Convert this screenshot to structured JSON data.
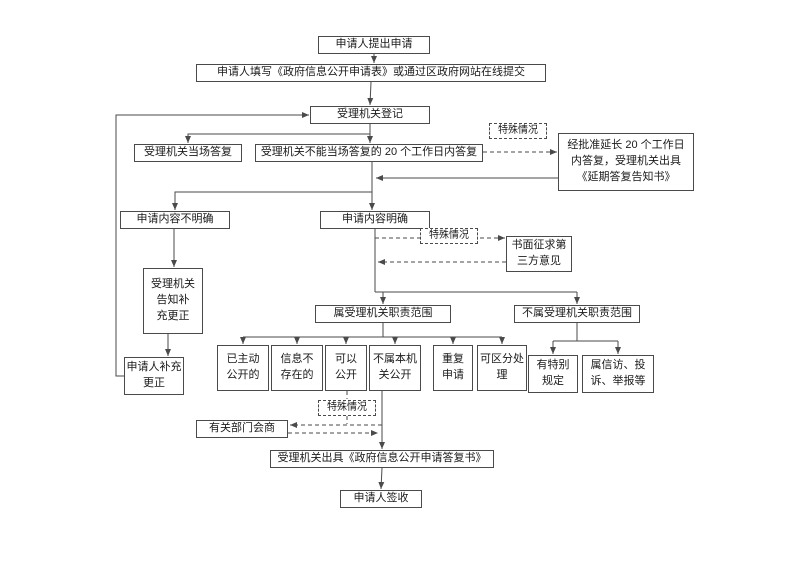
{
  "diagram": {
    "kind": "flowchart",
    "subject": "政府信息公开申请流程",
    "nodes": {
      "submit": "申请人提出申请",
      "fill_form": "申请人填写《政府信息公开申请表》或通过区政府网站在线提交",
      "register": "受理机关登记",
      "onsite_reply": "受理机关当场答复",
      "delayed_reply": "受理机关不能当场答复的 20 个工作日内答复",
      "special_case_1": "特殊情况",
      "extension_notice": "经批准延长 20 个工作日\n内答复，受理机关出具\n《延期答复告知书》",
      "content_unclear": "申请内容不明确",
      "content_clear": "申请内容明确",
      "special_case_2": "特殊情况",
      "third_party": "书面征求第\n三方意见",
      "notify_supplement": "受理机关\n告知补\n充更正",
      "in_scope": "属受理机关职责范围",
      "out_scope": "不属受理机关职责范围",
      "applicant_supplement": "申请人补充\n更正",
      "already_disclosed": "已主动\n公开的",
      "info_not_exist": "信息不\n存在的",
      "can_disclose": "可以\n公开",
      "not_this_agency": "不属本机\n关公开",
      "repeat_application": "重复\n申请",
      "distinguishable": "可区分处\n理",
      "special_provision": "有特别\n规定",
      "petition": "属信访、投\n诉、举报等",
      "special_case_3": "特殊情况",
      "consultation": "有关部门会商",
      "reply_document": "受理机关出具《政府信息公开申请答复书》",
      "sign_receipt": "申请人签收"
    },
    "colors": {
      "line": "#4a4a4a",
      "text": "#1a1a1a",
      "node_background": "#ffffff",
      "page_background": "#ffffff"
    }
  }
}
